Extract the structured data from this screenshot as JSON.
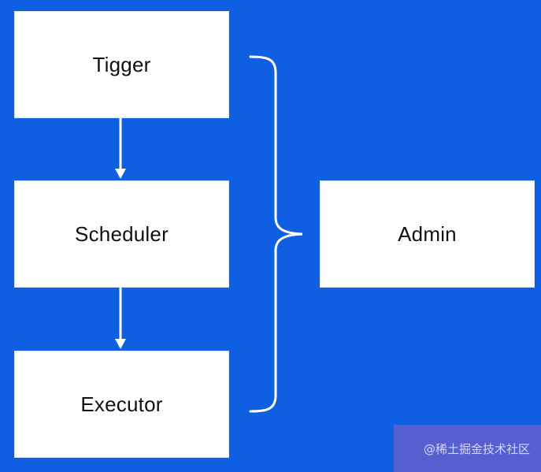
{
  "diagram": {
    "nodes": {
      "trigger": "Tigger",
      "scheduler": "Scheduler",
      "executor": "Executor",
      "admin": "Admin"
    },
    "edges": [
      {
        "from": "trigger",
        "to": "scheduler"
      },
      {
        "from": "scheduler",
        "to": "executor"
      }
    ],
    "group": {
      "members": [
        "trigger",
        "scheduler",
        "executor"
      ],
      "related_to": "admin"
    }
  },
  "colors": {
    "background": "#0f5fe3",
    "box_fill": "#ffffff",
    "connector": "#ffffff"
  },
  "watermark": "@稀土掘金技术社区"
}
